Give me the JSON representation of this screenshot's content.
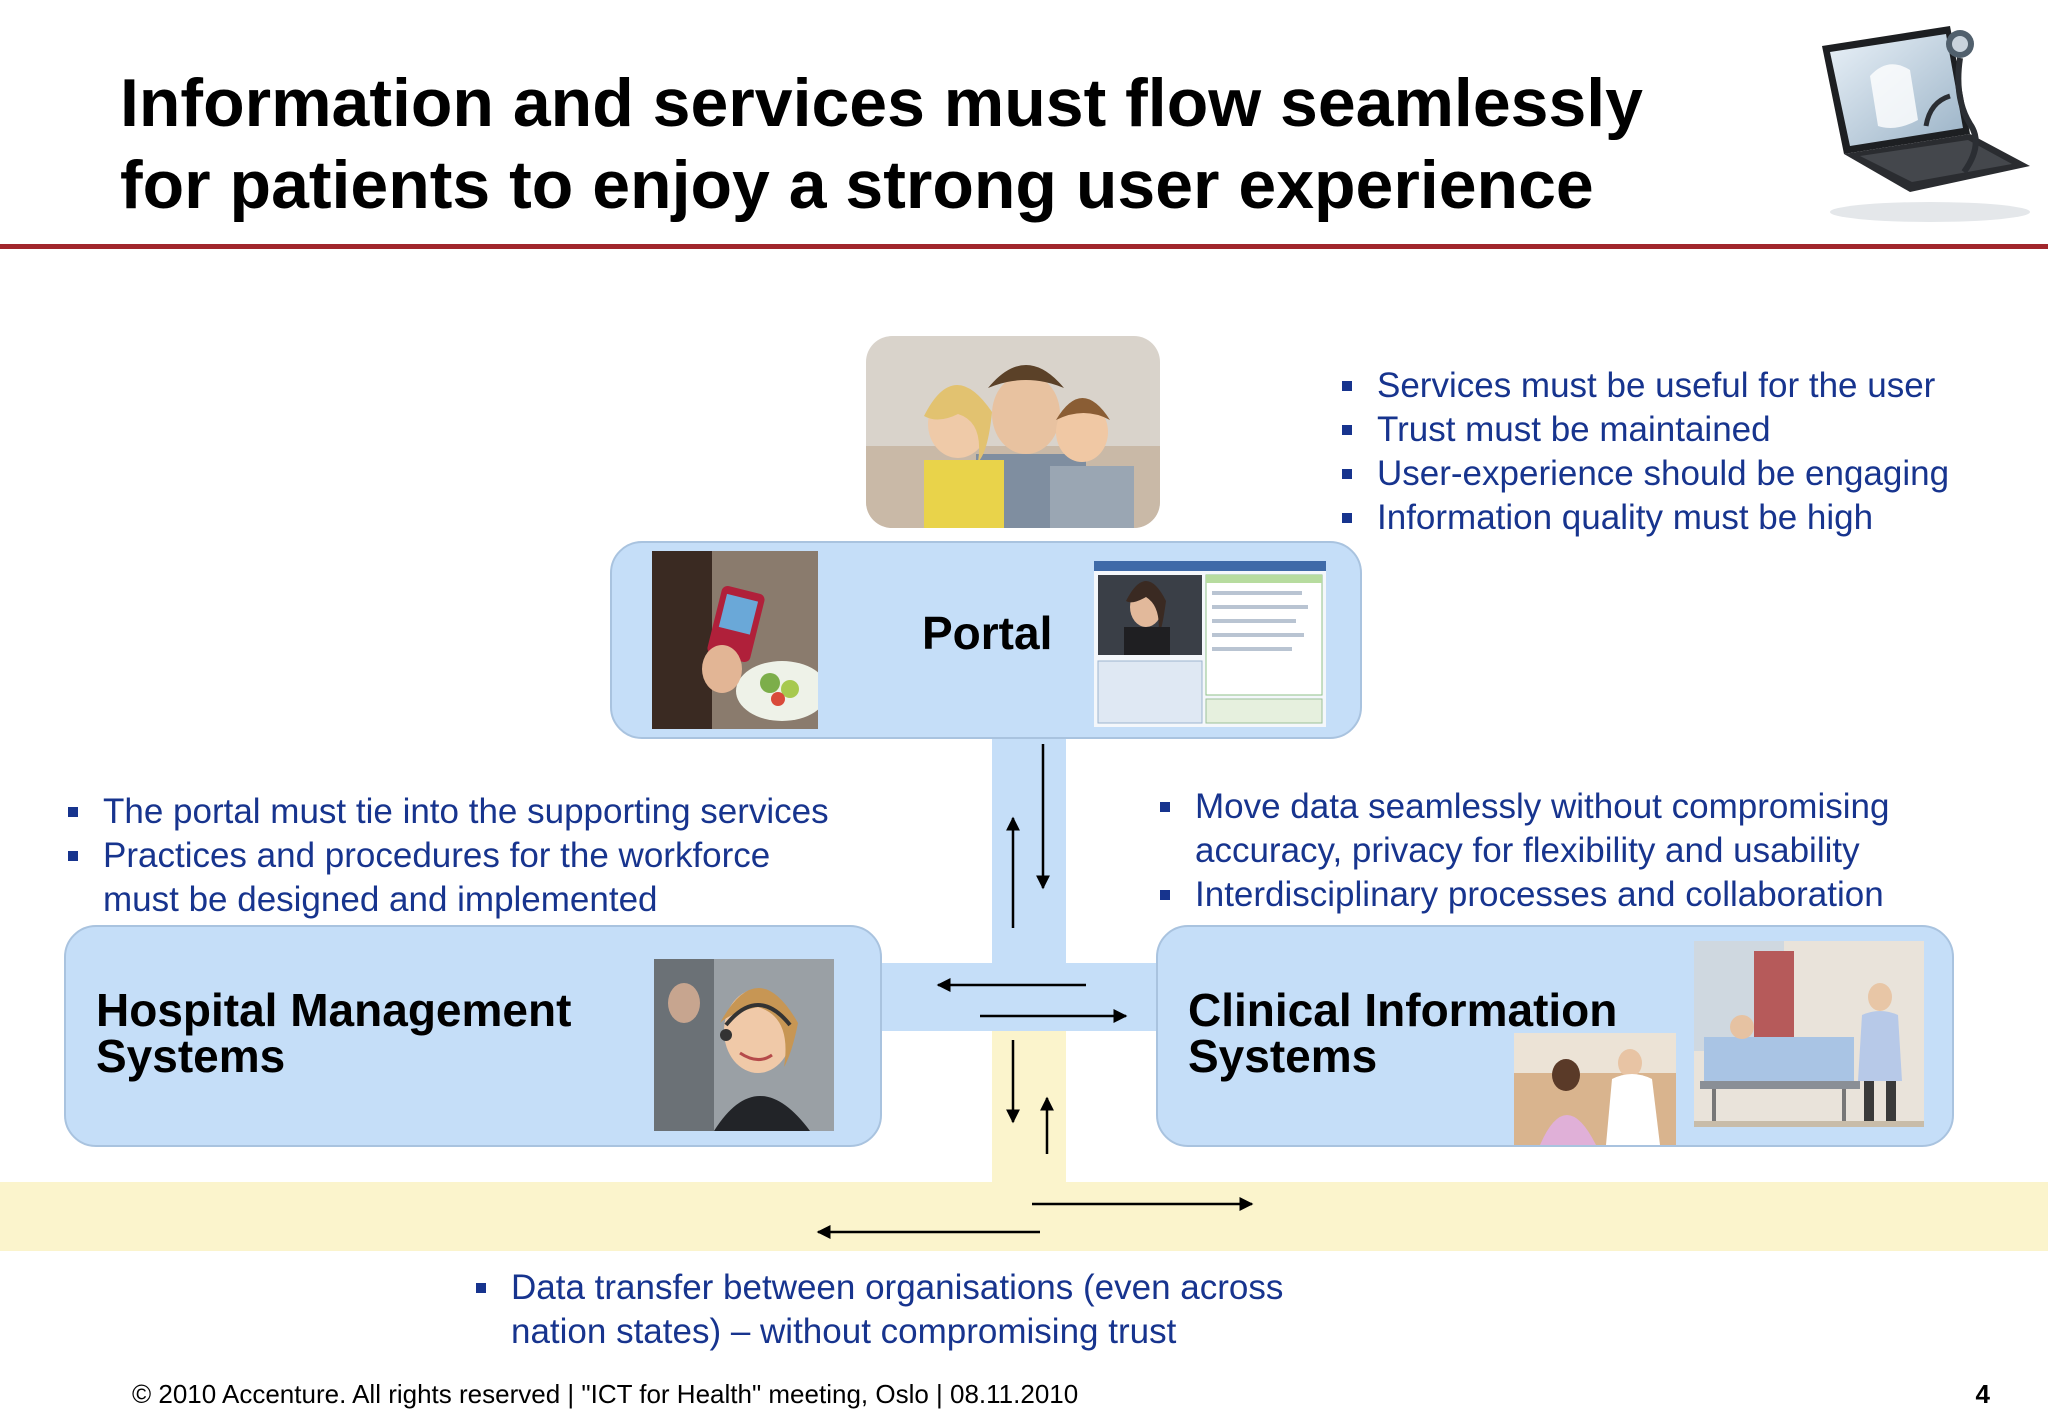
{
  "title": {
    "line1": "Information and services must flow seamlessly",
    "line2": "for patients to enjoy a strong user experience"
  },
  "boxes": {
    "portal": "Portal",
    "hms_line1": "Hospital Management",
    "hms_line2": "Systems",
    "cis_line1": "Clinical Information",
    "cis_line2": "Systems"
  },
  "bullets_top": [
    "Services must  be useful for the user",
    "Trust must be maintained",
    "User-experience should be engaging",
    "Information quality must be high"
  ],
  "bullets_left": [
    "The portal must tie into the supporting services",
    "Practices and procedures for the workforce",
    "must be designed and implemented"
  ],
  "bullets_right": [
    "Move data seamlessly without compromising",
    "accuracy, privacy for flexibility and usability",
    "Interdisciplinary processes and collaboration"
  ],
  "bullets_bottom": [
    "Data transfer between organisations (even across",
    "nation states) – without compromising trust"
  ],
  "footer": {
    "text": "© 2010 Accenture. All rights reserved | \"ICT for Health\" meeting, Oslo | 08.11.2010",
    "page": "4"
  },
  "colors": {
    "accent_rule": "#a1262c",
    "bullet_text": "#17348e",
    "box_fill": "#c5def8",
    "band_yellow": "#fbf4cc"
  }
}
